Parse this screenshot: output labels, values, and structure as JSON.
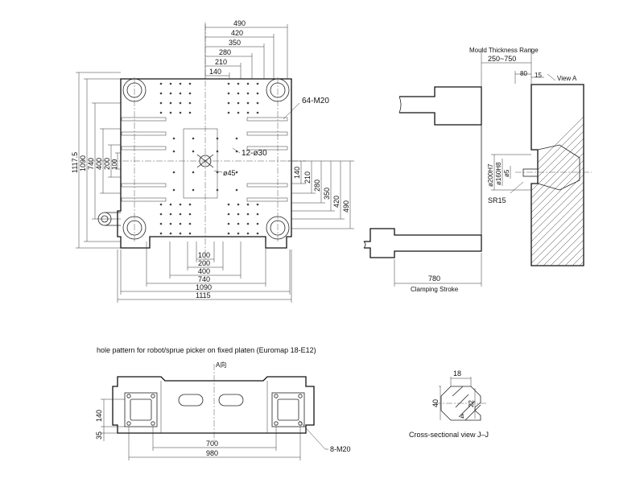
{
  "front_view": {
    "top_dims": [
      "490",
      "420",
      "350",
      "280",
      "210",
      "140"
    ],
    "left_dims": [
      "1117.5",
      "1090",
      "740",
      "400",
      "200",
      "100"
    ],
    "right_dims": [
      "140",
      "210",
      "280",
      "350",
      "420",
      "490"
    ],
    "bottom_dims": [
      "100",
      "200",
      "400",
      "740",
      "1090",
      "1115"
    ],
    "labels": {
      "tapped_holes": "64-M20",
      "small_holes": "12-ø30",
      "ring": "ø45"
    }
  },
  "side_view": {
    "mould_range_label": "Mould Thickness Range",
    "mould_range_value": "250~750",
    "dim_80": "80",
    "dim_15": "15",
    "view_label": "View A",
    "dia_200": "ø200H7",
    "dia_160": "ø160H8",
    "dia_5": "ø5",
    "sr_label": "SR15",
    "stroke_value": "780",
    "stroke_label": "Clamping Stroke"
  },
  "platen_view": {
    "caption": "hole pattern for robot/sprue picker on fixed platen (Euromap 18-E12)",
    "view_mark": "A向",
    "dim_140": "140",
    "dim_35": "35",
    "dim_700": "700",
    "dim_980": "980",
    "holes_label": "8-M20"
  },
  "section_view": {
    "dim_18": "18",
    "dim_40": "40",
    "dim_22": "22",
    "dim_4": "4",
    "caption": "Cross-sectional view  J–J"
  }
}
